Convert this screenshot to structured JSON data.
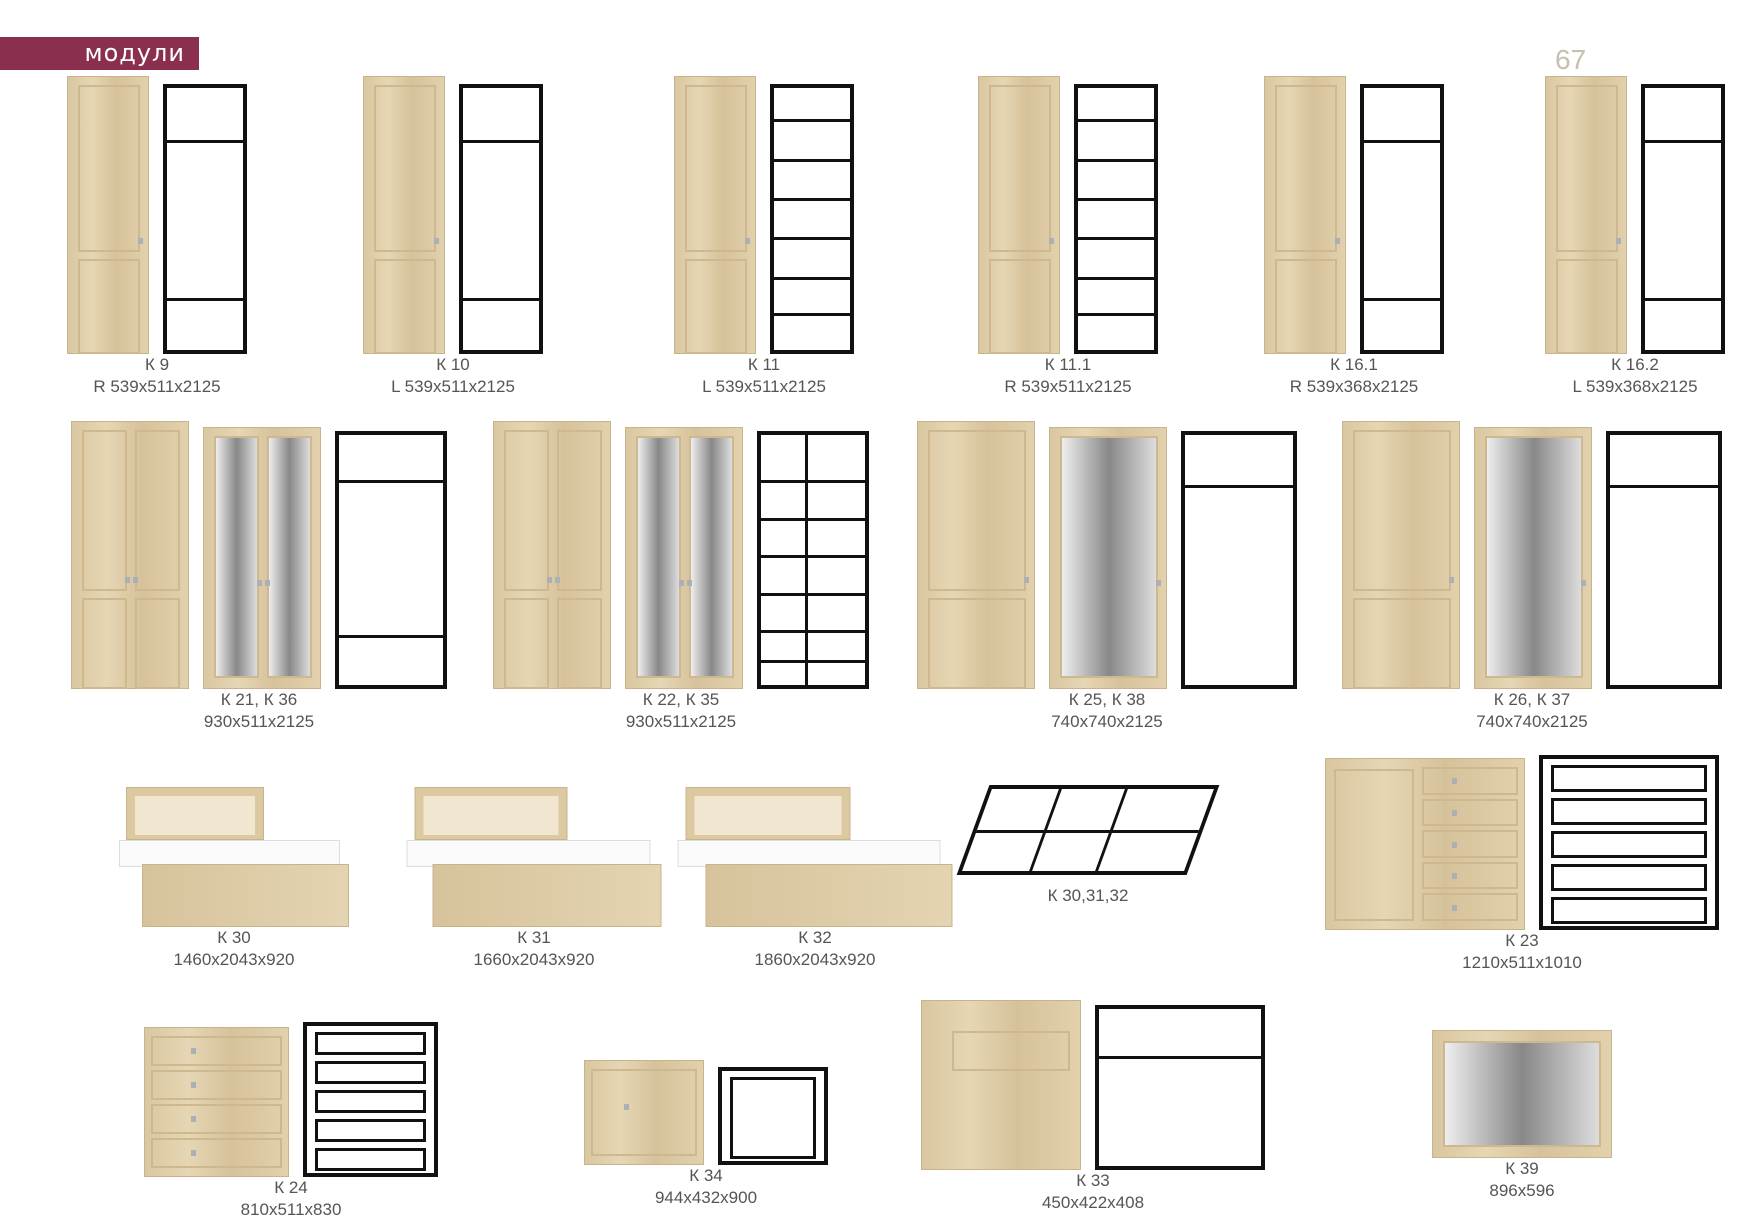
{
  "header": {
    "section_title": "модули",
    "page_number": "67"
  },
  "row1": [
    {
      "code": "К 9",
      "dims": "R 539x511x2125"
    },
    {
      "code": "К 10",
      "dims": "L 539x511x2125"
    },
    {
      "code": "К 11",
      "dims": "L 539x511x2125"
    },
    {
      "code": "К 11.1",
      "dims": "R 539x511x2125"
    },
    {
      "code": "К 16.1",
      "dims": "R 539x368x2125"
    },
    {
      "code": "К 16.2",
      "dims": "L 539x368x2125"
    }
  ],
  "row2": [
    {
      "code": "К 21, К 36",
      "dims": "930x511x2125"
    },
    {
      "code": "К 22, К 35",
      "dims": "930x511x2125"
    },
    {
      "code": "К 25, К 38",
      "dims": "740x740x2125"
    },
    {
      "code": "К 26, К 37",
      "dims": "740x740x2125"
    }
  ],
  "row3": [
    {
      "code": "К 30",
      "dims": "1460x2043x920"
    },
    {
      "code": "К 31",
      "dims": "1660x2043x920"
    },
    {
      "code": "К 32",
      "dims": "1860x2043x920"
    },
    {
      "code": "К 30,31,32",
      "dims": ""
    },
    {
      "code": "К 23",
      "dims": "1210x511x1010"
    }
  ],
  "row4": [
    {
      "code": "К 24",
      "dims": "810x511x830"
    },
    {
      "code": "К 34",
      "dims": "944x432x900"
    },
    {
      "code": "К 33",
      "dims": "450x422x408"
    },
    {
      "code": "К 39",
      "dims": "896x596"
    }
  ],
  "colors": {
    "band": "#8b2f4f",
    "wood": "#e0cfaa",
    "line": "#111111"
  }
}
